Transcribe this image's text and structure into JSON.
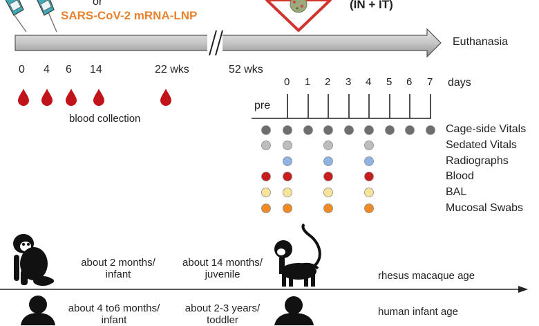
{
  "header": {
    "or_text": "or",
    "vaccine_label": "SARS-CoV-2 mRNA-LNP",
    "route_label": "(IN + IT)",
    "colors": {
      "vaccine": "#E8822E",
      "hazard": "#D0342C"
    }
  },
  "timeline": {
    "end_label": "Euthanasia",
    "weeks": [
      "0",
      "4",
      "6",
      "14",
      "22 wks",
      "52 wks"
    ],
    "blood_label": "blood collection",
    "blood_color": "#C0141A"
  },
  "challenge": {
    "pre_label": "pre",
    "days_label": "days",
    "days": [
      "0",
      "1",
      "2",
      "3",
      "4",
      "5",
      "6",
      "7"
    ],
    "legend": [
      {
        "label": "Cage-side Vitals",
        "color": "#6E6E6E"
      },
      {
        "label": "Sedated Vitals",
        "color": "#BDBDBD"
      },
      {
        "label": "Radiographs",
        "color": "#8FB4E3"
      },
      {
        "label": "Blood",
        "color": "#C81E1E"
      },
      {
        "label": "BAL",
        "color": "#F8E39A"
      },
      {
        "label": "Mucosal Swabs",
        "color": "#F08A24"
      }
    ],
    "schedule": [
      [
        1,
        1,
        1,
        1,
        1,
        1,
        1,
        1,
        1
      ],
      [
        1,
        1,
        0,
        1,
        0,
        1,
        0,
        0,
        0
      ],
      [
        0,
        1,
        0,
        1,
        0,
        1,
        0,
        0,
        0
      ],
      [
        1,
        1,
        0,
        1,
        0,
        1,
        0,
        0,
        0
      ],
      [
        1,
        1,
        0,
        1,
        0,
        1,
        0,
        0,
        0
      ],
      [
        1,
        1,
        0,
        1,
        0,
        1,
        0,
        0,
        0
      ]
    ]
  },
  "ages": {
    "rhesus_label": "rhesus macaque age",
    "human_label": "human infant age",
    "macaque_infant": [
      "about 2 months/",
      "infant"
    ],
    "macaque_juvenile": [
      "about 14 months/",
      "juvenile"
    ],
    "human_infant": [
      "about 4 to6 months/",
      "infant"
    ],
    "human_toddler": [
      "about 2-3 years/",
      "toddler"
    ]
  }
}
